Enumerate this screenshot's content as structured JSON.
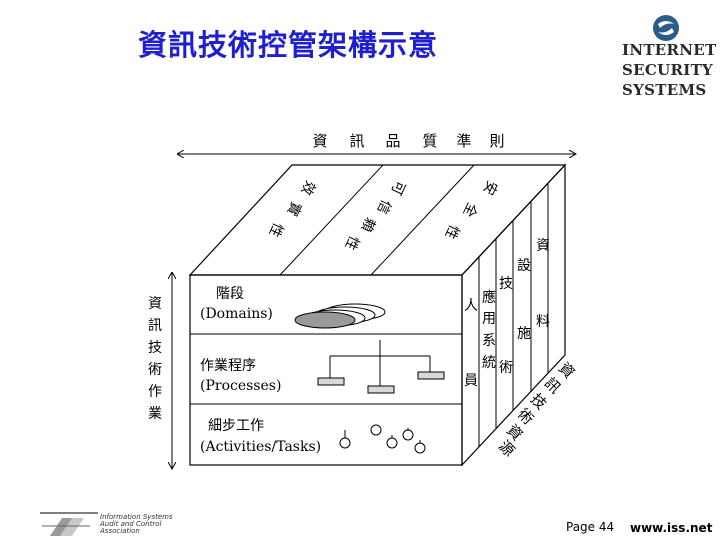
{
  "title": "資訊技術控管架構示意",
  "logo": {
    "line1": "INTERNET",
    "line2": "SECURITY",
    "line3": "SYSTEMS"
  },
  "top_axis": [
    "資",
    "訊",
    "品",
    "質",
    "準",
    "則"
  ],
  "left_axis": [
    "資",
    "訊",
    "技",
    "術",
    "作",
    "業"
  ],
  "top_face": {
    "effectiveness": [
      "效",
      "實",
      "性"
    ],
    "reliability": [
      "可",
      "信",
      "賴",
      "性"
    ],
    "security": [
      "安",
      "全",
      "性"
    ]
  },
  "front_face": {
    "domains": [
      "階段",
      "(Domains)"
    ],
    "processes": [
      "作業程序",
      "(Processes)"
    ],
    "activities": [
      "細步工作",
      "(Activities/Tasks)"
    ]
  },
  "side_face": {
    "people": [
      "人",
      "員"
    ],
    "application": [
      "應",
      "用",
      "系",
      "統"
    ],
    "technology": [
      "技",
      "術"
    ],
    "facilities": [
      "設",
      "施"
    ],
    "data": [
      "資",
      "料"
    ]
  },
  "right_axis": [
    "資",
    "訊",
    "技",
    "術",
    "資",
    "源"
  ],
  "footer": {
    "isaca_lines": [
      "Information Systems",
      "Audit and Control",
      "Association"
    ],
    "page": "Page 44",
    "site": "www.iss.net"
  }
}
